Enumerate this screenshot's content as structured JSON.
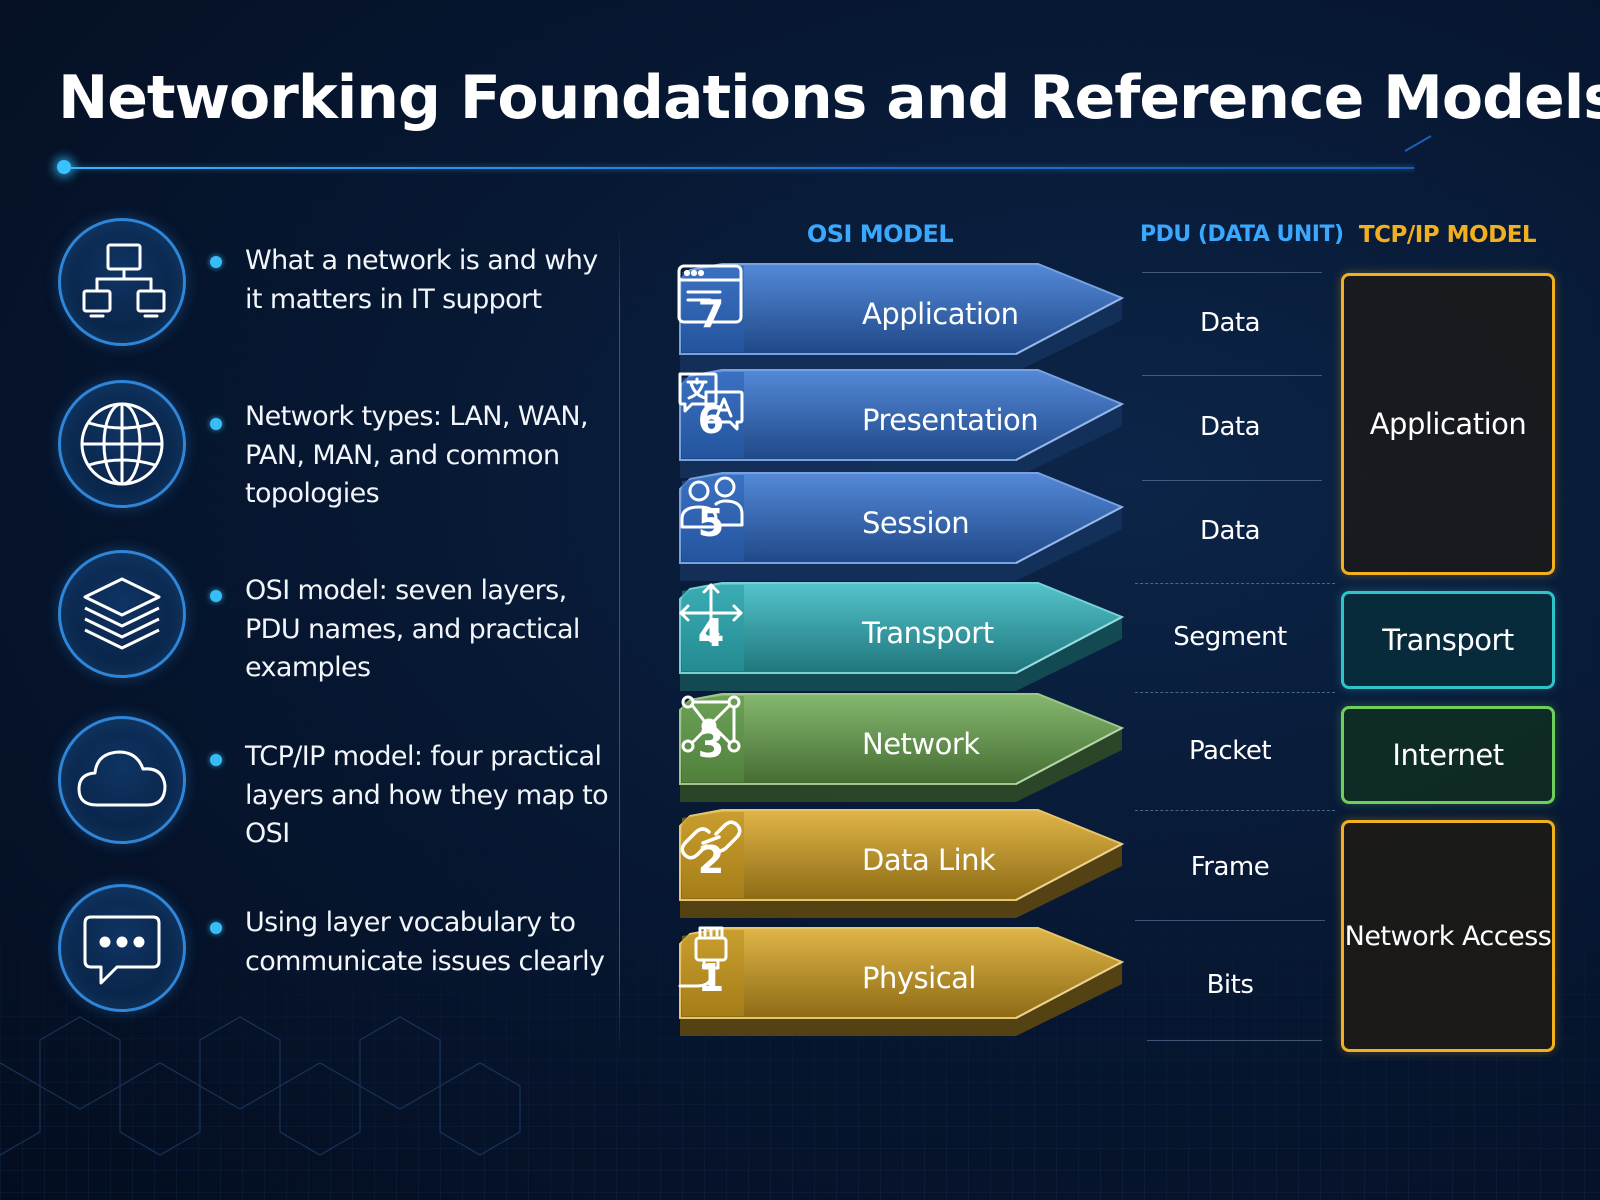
{
  "title": "Networking Foundations and Reference Models",
  "colors": {
    "accent": "#38bdf8",
    "osi_header": "#3aa8ff",
    "pdu_header": "#3aa8ff",
    "tcp_header": "#f2b01e",
    "session_layers": "#2f6fd0",
    "transport_layer": "#2fb6bf",
    "network_layer": "#6aa84f",
    "lower_layers": "#d9a520"
  },
  "topics": [
    {
      "icon": "network-diagram-icon",
      "text": "What a network is and why it matters in IT support"
    },
    {
      "icon": "globe-icon",
      "text": "Network types: LAN, WAN, PAN, MAN, and common topologies"
    },
    {
      "icon": "layers-stack-icon",
      "text": "OSI model: seven layers, PDU names, and practical examples"
    },
    {
      "icon": "cloud-icon",
      "text": "TCP/IP model: four practical layers and how they map to OSI"
    },
    {
      "icon": "chat-bubble-icon",
      "text": "Using layer vocabulary to communicate issues clearly"
    }
  ],
  "osi": {
    "header": "OSI MODEL",
    "layers": [
      {
        "number": "7",
        "name": "Application",
        "icon": "app-window-icon",
        "pdu": "Data"
      },
      {
        "number": "6",
        "name": "Presentation",
        "icon": "translate-icon",
        "pdu": "Data"
      },
      {
        "number": "5",
        "name": "Session",
        "icon": "users-icon",
        "pdu": "Data"
      },
      {
        "number": "4",
        "name": "Transport",
        "icon": "move-arrows-icon",
        "pdu": "Segment"
      },
      {
        "number": "3",
        "name": "Network",
        "icon": "network-nodes-icon",
        "pdu": "Packet"
      },
      {
        "number": "2",
        "name": "Data Link",
        "icon": "link-icon",
        "pdu": "Frame"
      },
      {
        "number": "1",
        "name": "Physical",
        "icon": "ethernet-cable-icon",
        "pdu": "Bits"
      }
    ]
  },
  "pdu": {
    "header": "PDU (DATA UNIT)"
  },
  "tcpip": {
    "header": "TCP/IP MODEL",
    "layers": [
      "Application",
      "Transport",
      "Internet",
      "Network Access"
    ]
  }
}
